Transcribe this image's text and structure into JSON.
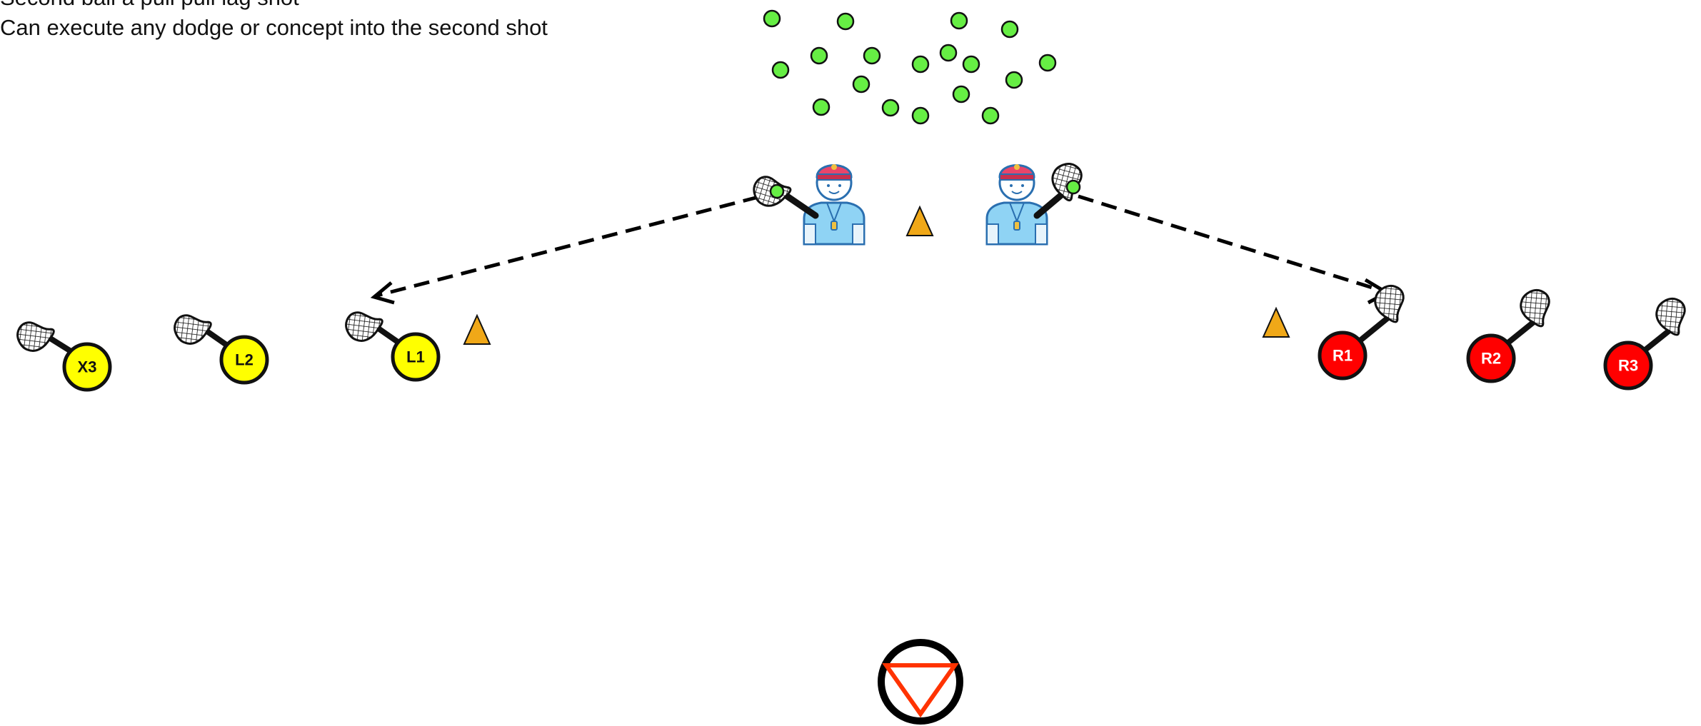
{
  "notes": {
    "line1": "Second ball a pull pull lag shot",
    "line2": "Can execute any dodge or concept into the second shot"
  },
  "players_left": [
    {
      "label": "X3"
    },
    {
      "label": "L2"
    },
    {
      "label": "L1"
    }
  ],
  "players_right": [
    {
      "label": "R1"
    },
    {
      "label": "R2"
    },
    {
      "label": "R3"
    }
  ],
  "colors": {
    "left_team": "#ffff00",
    "right_team": "#ff0000",
    "ball": "#66ee44",
    "cone": "#f0a818",
    "goal": "#ff3300",
    "coach_shirt": "#8fd3f4",
    "coach_cap": "#e8456a"
  },
  "icons": {
    "coach": "coach-with-whistle-icon",
    "stick": "lacrosse-stick-icon",
    "cone": "cone-icon",
    "goal": "goal-icon",
    "ball": "ball-icon"
  }
}
